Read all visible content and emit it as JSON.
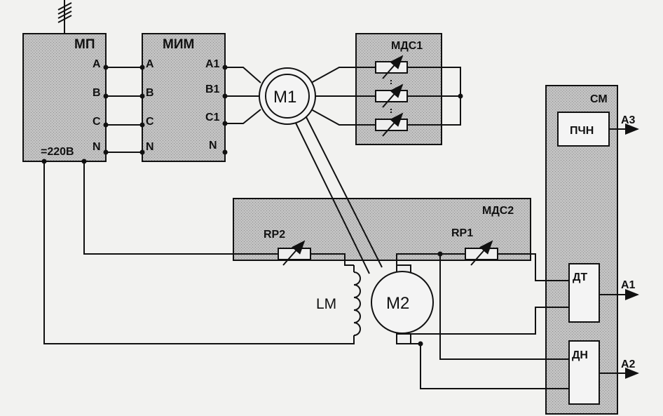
{
  "blocks": {
    "mp": {
      "title": "МП",
      "pins": [
        "A",
        "B",
        "C",
        "N"
      ],
      "supply": "=220В"
    },
    "mim": {
      "title": "МИМ",
      "in_pins": [
        "A",
        "B",
        "C",
        "N"
      ],
      "out_pins": [
        "A1",
        "B1",
        "C1",
        "N"
      ]
    },
    "mds1": {
      "title": "МДС1"
    },
    "mds2": {
      "title": "МДС2"
    },
    "sm": {
      "title": "СМ"
    }
  },
  "components": {
    "m1": "M1",
    "m2": "M2",
    "lm": "LM",
    "rp1": "RP1",
    "rp2": "RP2",
    "pchn": "ПЧН",
    "dt": "ДТ",
    "dn": "ДН"
  },
  "outputs": {
    "a1": "A1",
    "a2": "A2",
    "a3": "A3"
  },
  "colors": {
    "block_fill": "#bdbdbd",
    "line": "#111111",
    "background": "#f2f2f0"
  }
}
